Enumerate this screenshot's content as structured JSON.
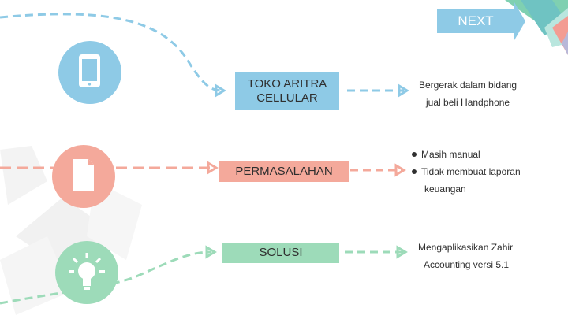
{
  "colors": {
    "blue": "#8ecae6",
    "salmon": "#f4a99b",
    "green": "#9ddbb9",
    "text": "#2f2f2f"
  },
  "nav": {
    "next_label": "NEXT"
  },
  "rows": [
    {
      "icon": "phone-icon",
      "title": "TOKO ARITRA CELLULAR",
      "desc_lines": [
        "Bergerak dalam bidang",
        "jual beli Handphone"
      ]
    },
    {
      "icon": "document-icon",
      "title": "PERMASALAHAN",
      "bullets": [
        "Masih manual",
        "Tidak membuat laporan"
      ],
      "bullet_continuation": "keuangan"
    },
    {
      "icon": "lightbulb-icon",
      "title": "SOLUSI",
      "desc_lines": [
        "Mengaplikasikan Zahir",
        "Accounting versi 5.1"
      ]
    }
  ]
}
